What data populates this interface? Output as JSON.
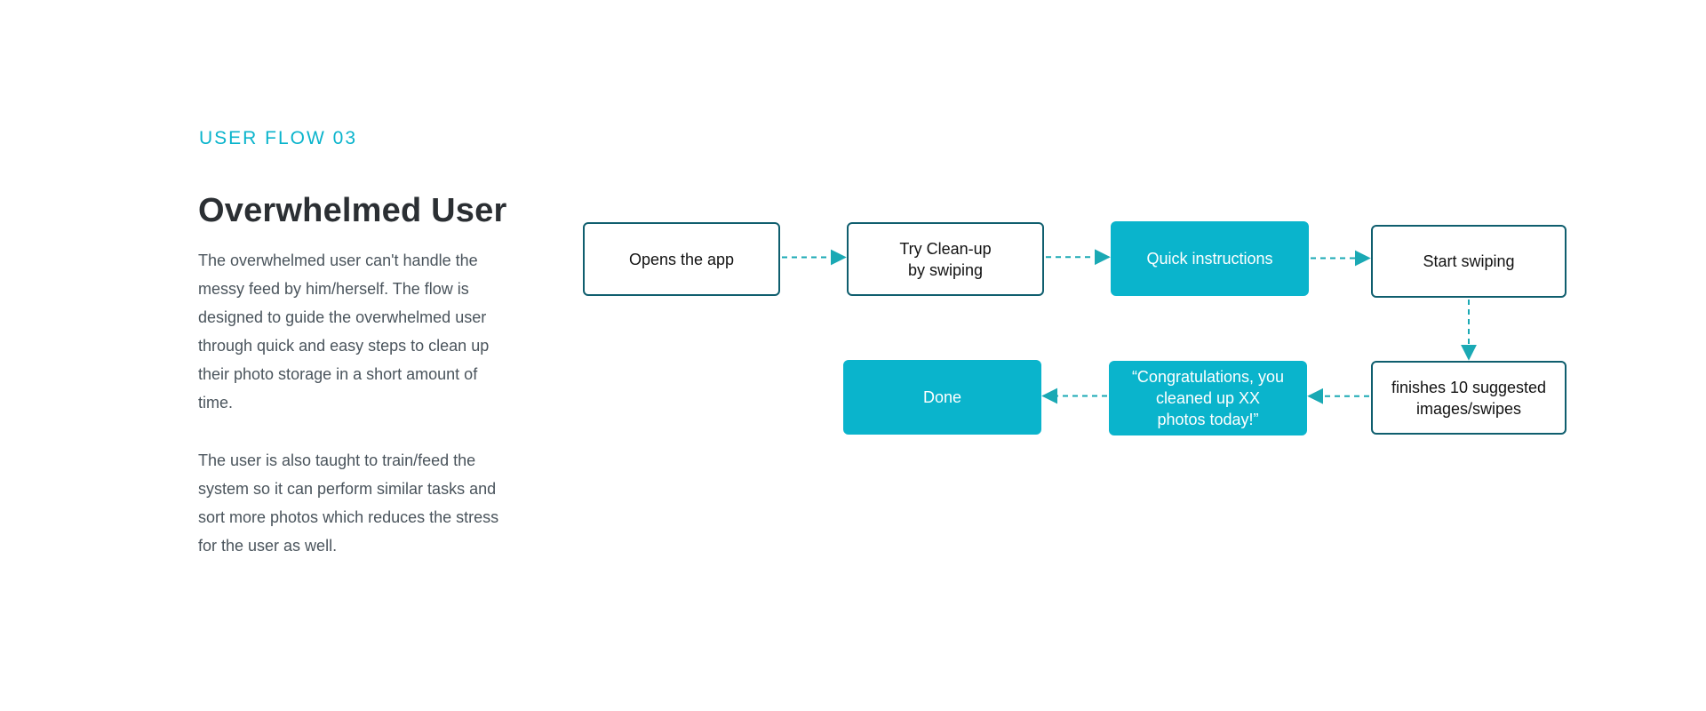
{
  "header": {
    "eyebrow": "USER FLOW 03",
    "title": "Overwhelmed User"
  },
  "description": {
    "paragraph_1": "The overwhelmed user can't handle the messy feed by him/herself. The flow is designed to guide the overwhelmed user through quick and easy steps to clean up their photo storage in a short amount of time.",
    "paragraph_2": "The user is also taught to train/feed the system so it can perform similar tasks and sort more photos which reduces the stress for the user as well."
  },
  "flow": {
    "nodes": [
      {
        "id": "opens-app",
        "label": "Opens the app",
        "style": "outline"
      },
      {
        "id": "try-cleanup",
        "label": "Try Clean-up\nby swiping",
        "style": "outline"
      },
      {
        "id": "quick-instructions",
        "label": "Quick instructions",
        "style": "filled"
      },
      {
        "id": "start-swiping",
        "label": "Start swiping",
        "style": "outline"
      },
      {
        "id": "finishes-suggested",
        "label": "finishes 10 suggested\nimages/swipes",
        "style": "outline"
      },
      {
        "id": "congratulations",
        "label": "“Congratulations, you\ncleaned up  XX\nphotos today!”",
        "style": "filled"
      },
      {
        "id": "done",
        "label": "Done",
        "style": "filled"
      }
    ],
    "edges": [
      {
        "from": "opens-app",
        "to": "try-cleanup",
        "line": "dashed"
      },
      {
        "from": "try-cleanup",
        "to": "quick-instructions",
        "line": "dashed"
      },
      {
        "from": "quick-instructions",
        "to": "start-swiping",
        "line": "dashed"
      },
      {
        "from": "start-swiping",
        "to": "finishes-suggested",
        "line": "dashed"
      },
      {
        "from": "finishes-suggested",
        "to": "congratulations",
        "line": "dashed"
      },
      {
        "from": "congratulations",
        "to": "done",
        "line": "dashed"
      }
    ]
  },
  "colors": {
    "accent": "#0ab4cc",
    "outline": "#0f5e6e",
    "heading": "#2b2f33",
    "body_text": "#4a545c",
    "connector": "#1aa9b4"
  }
}
